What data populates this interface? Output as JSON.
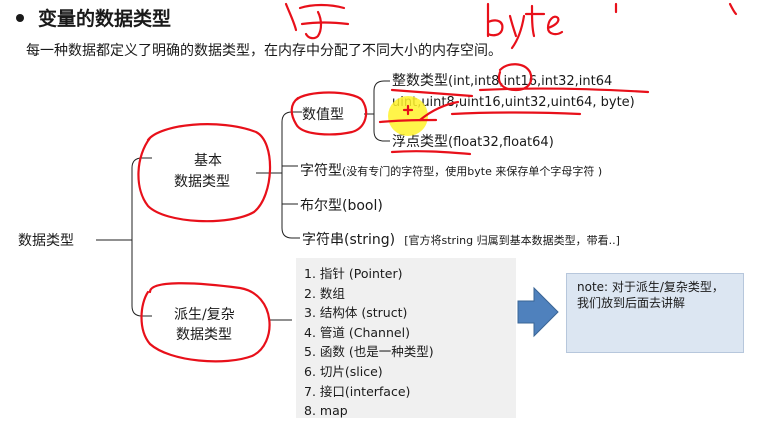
{
  "heading": {
    "title": "变量的数据类型",
    "subtitle": "每一种数据都定义了明确的数据类型，在内存中分配了不同大小的内存空间。"
  },
  "root": "数据类型",
  "basic": {
    "label_line1": "基本",
    "label_line2": "数据类型"
  },
  "derived": {
    "label_line1": "派生/复杂",
    "label_line2": "数据类型"
  },
  "numeric": {
    "label": "数值型",
    "integer_label": "整数类型",
    "integer_types": "(int,int8,int16,int32,int64",
    "unsigned_types": "uint,uint8,uint16,uint32,uint64, byte)",
    "float_label": "浮点类型",
    "float_types": "(float32,float64)"
  },
  "char_type": {
    "label": "字符型",
    "note": "(没有专门的字符型，使用byte 来保存单个字母字符 )"
  },
  "bool_type": "布尔型(bool)",
  "string_type": {
    "label": "字符串(string)",
    "note": "[官方将string 归属到基本数据类型，带看..]"
  },
  "derived_list": [
    "1. 指针 (Pointer)",
    "2. 数组",
    "3. 结构体 (struct)",
    "4. 管道 (Channel)",
    "5. 函数 (也是一种类型)",
    "6. 切片(slice)",
    "7. 接口(interface)",
    "8. map"
  ],
  "note": "note: 对于派生/复杂类型，我们放到后面去讲解",
  "colors": {
    "annotation_red": "#e8101a",
    "arrow_blue": "#4f81bd",
    "note_bg": "#dce6f2",
    "highlight": "#fff22a"
  }
}
